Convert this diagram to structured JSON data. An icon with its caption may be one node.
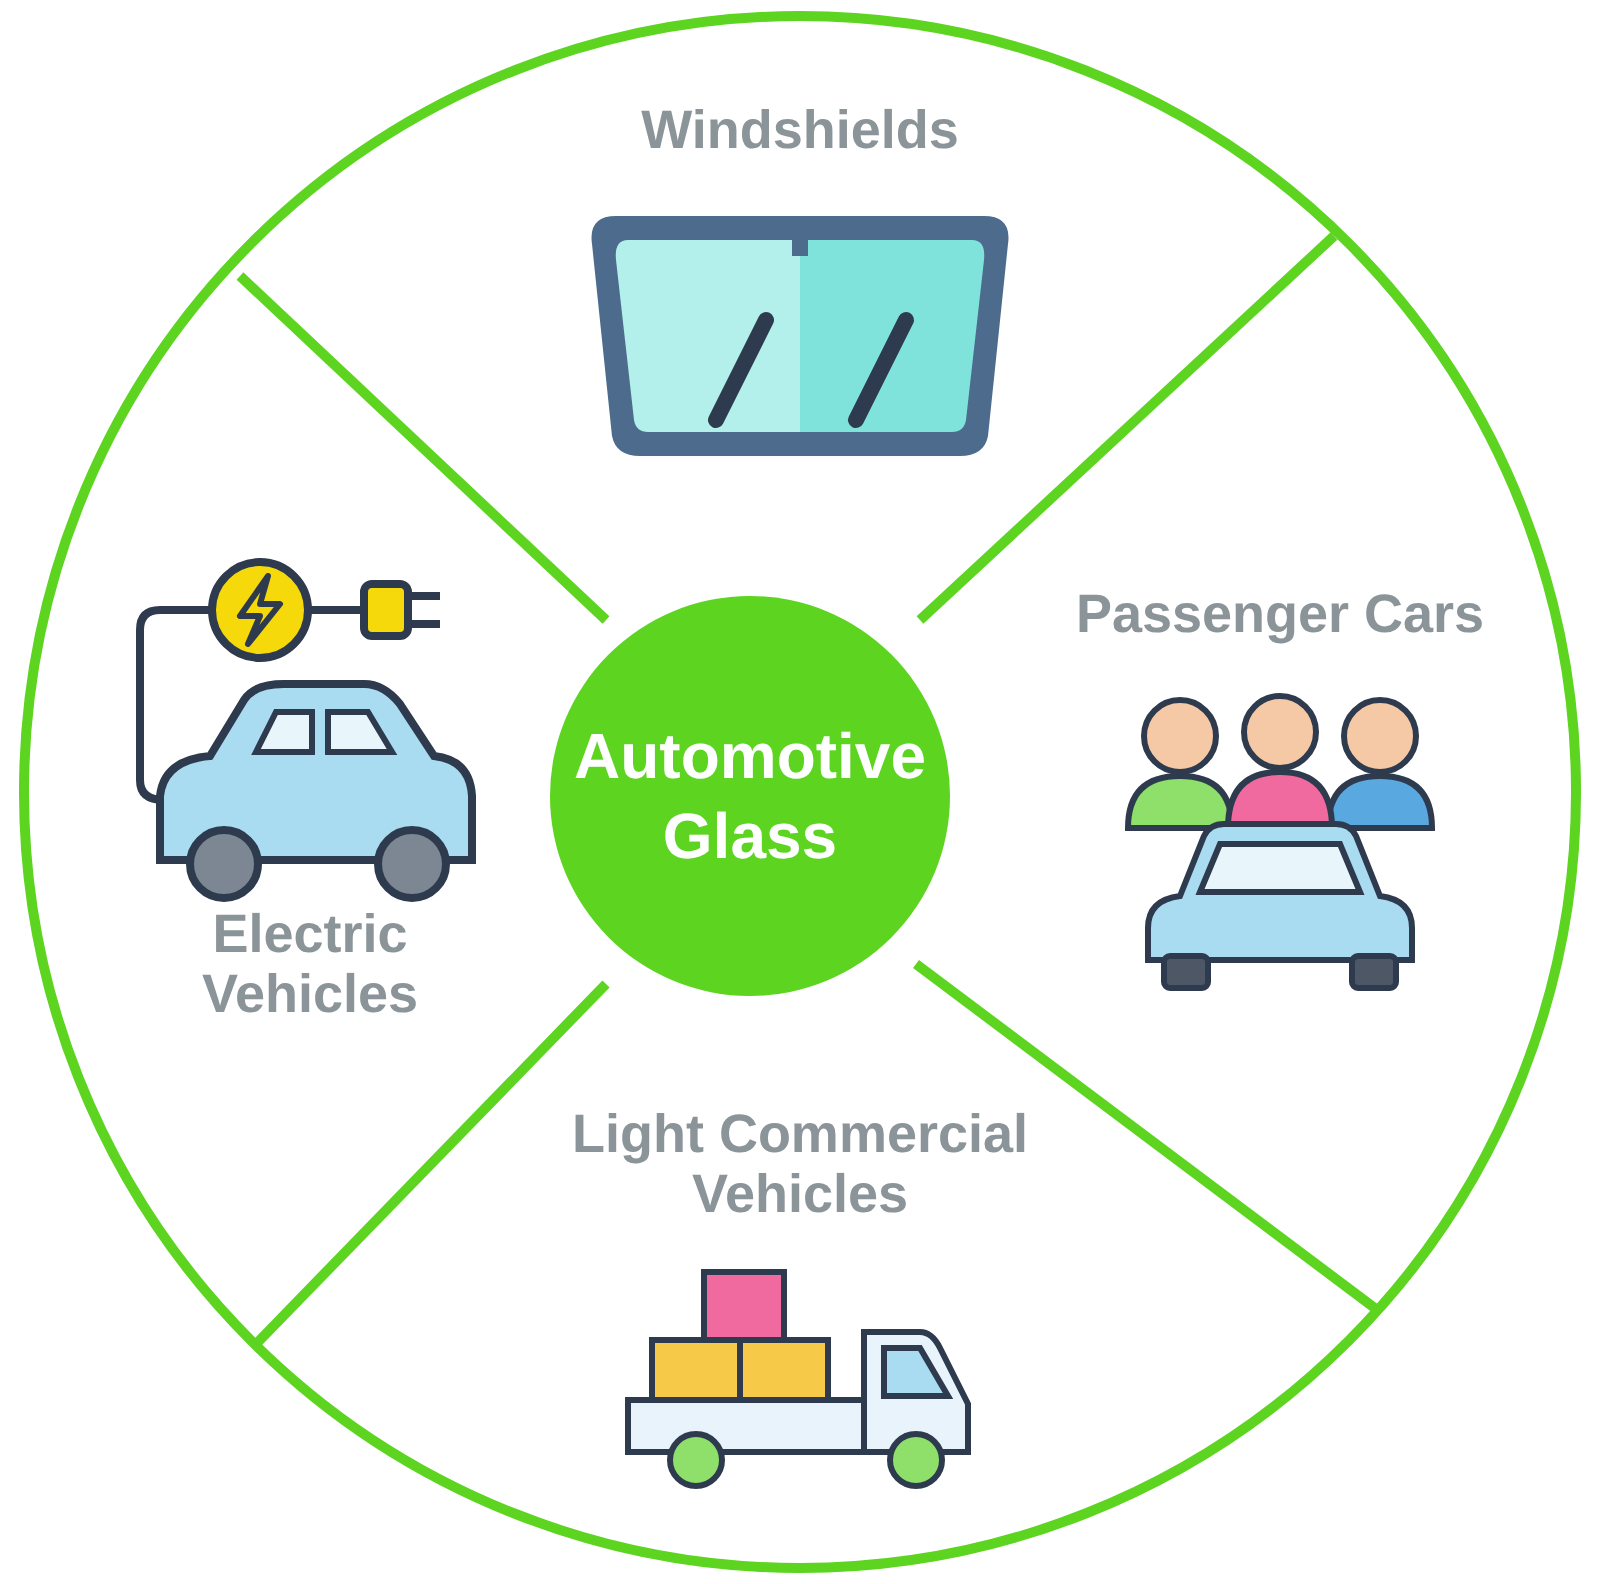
{
  "diagram": {
    "nodes": [
      {
        "text": [
          "Windshields"
        ]
      },
      {
        "text": [
          "Passenger Cars"
        ]
      },
      {
        "text": [
          "Automotive Glass"
        ]
      },
      {
        "text": [
          "Electric Vehicles"
        ]
      },
      {
        "text": [
          "Light Commercial Vehicles"
        ]
      }
    ]
  }
}
